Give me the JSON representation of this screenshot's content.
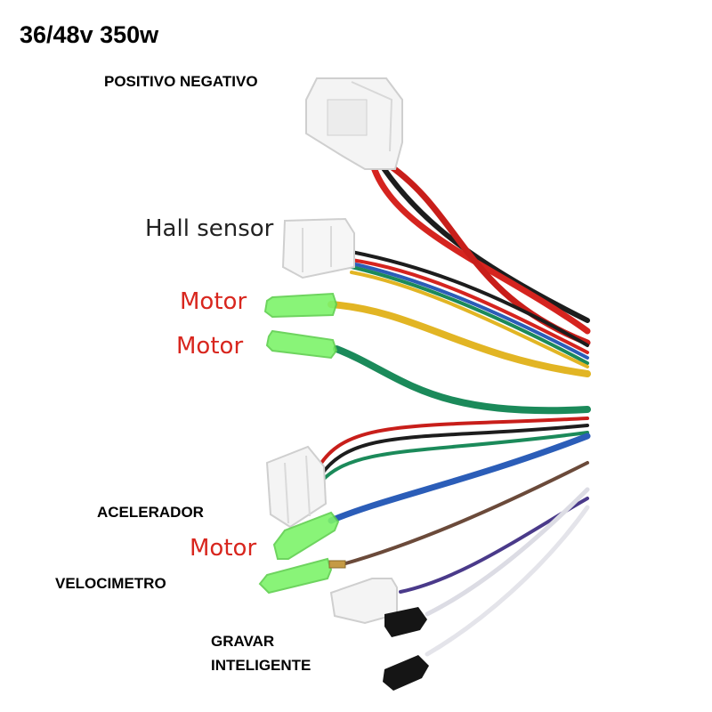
{
  "title": "36/48v 350w",
  "labels": {
    "power": "POSITIVO NEGATIVO",
    "hall": "Hall sensor",
    "motor_a": "Motor",
    "motor_b": "Motor",
    "throttle": "ACELERADOR",
    "motor_c": "Motor",
    "speedometer": "VELOCIMETRO",
    "smart_line_1": "GRAVAR",
    "smart_line_2": "INTELIGENTE"
  },
  "colors": {
    "motor_label": "#d8261e",
    "wire_red": "#d5241f",
    "wire_black": "#1d1d1d",
    "wire_yellow": "#e2b524",
    "wire_green": "#1b8a5a",
    "wire_blue": "#2b5db8",
    "wire_brown": "#6b4a3a",
    "wire_purple": "#4a3a8a",
    "wire_white": "#e9e9ee",
    "connector_green": "#7df36a",
    "connector_white": "#f4f4f4"
  }
}
